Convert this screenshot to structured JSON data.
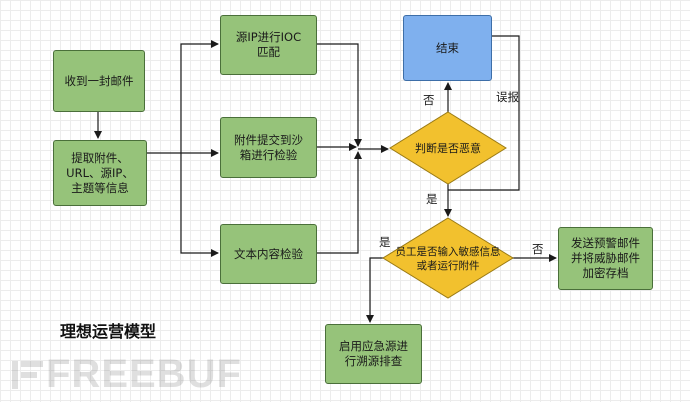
{
  "title": "理想运营模型",
  "nodes": {
    "receive": "收到一封邮件",
    "extract": "提取附件、\nURL、源IP、\n主题等信息",
    "ioc": "源IP进行IOC\n匹配",
    "sandbox": "附件提交到沙\n箱进行检验",
    "content": "文本内容检验",
    "judge": "判断是否恶意",
    "end": "结束",
    "employee": "员工是否输入敏感信息\n或者运行附件",
    "warn": "发送预警邮件\n并将威胁邮件\n加密存档",
    "emergency": "启用应急源进\n行溯源排查"
  },
  "labels": {
    "no_to_end": "否",
    "false_alarm": "误报",
    "yes_malicious": "是",
    "yes_employee": "是",
    "no_employee": "否"
  },
  "watermark": {
    "text": "FREEBUF"
  },
  "colors": {
    "process": "#96c37a",
    "decision": "#f2c12e",
    "terminal": "#7fb0ee",
    "line": "#1a1a1a"
  }
}
